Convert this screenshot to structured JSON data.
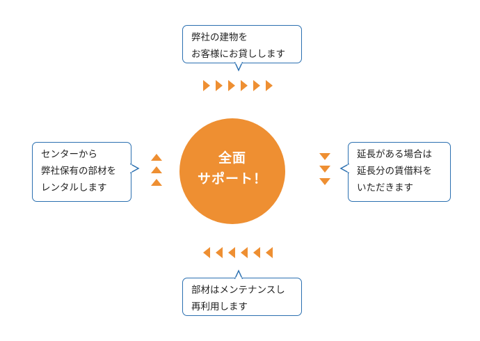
{
  "center": {
    "line1": "全面",
    "line2": "サポート！"
  },
  "top_bubble": {
    "line1": "弊社の建物を",
    "line2": "お客様にお貸しします"
  },
  "left_bubble": {
    "line1": "センターから",
    "line2": "弊社保有の部材を",
    "line3": "レンタルします"
  },
  "right_bubble": {
    "line1": "延長がある場合は",
    "line2": "延長分の賃借料を",
    "line3": "いただきます"
  },
  "bottom_bubble": {
    "line1": "部材はメンテナンスし",
    "line2": "再利用します"
  },
  "colors": {
    "accent": "#ee8f32",
    "border": "#2a6fb0"
  }
}
